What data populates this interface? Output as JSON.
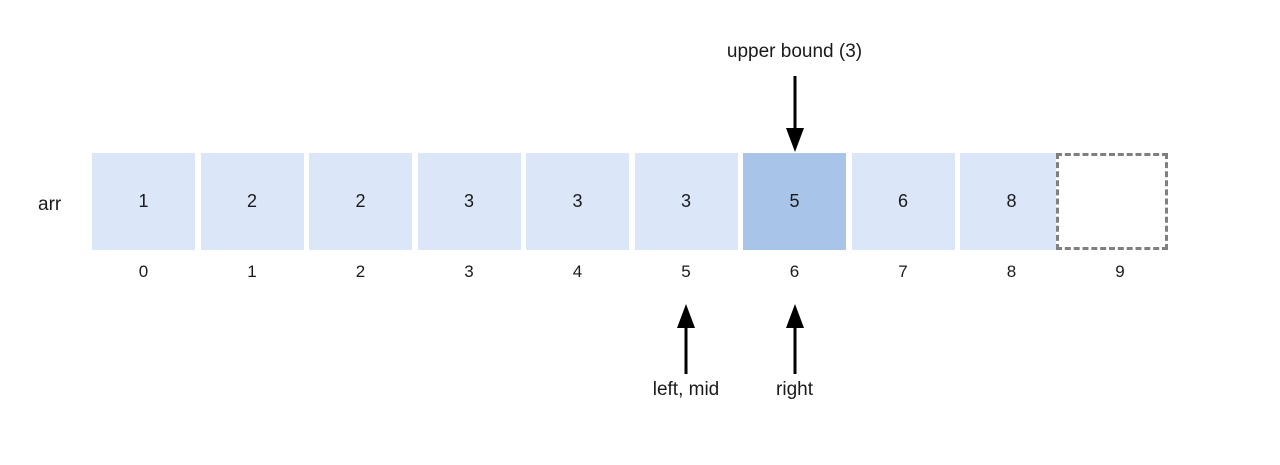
{
  "diagram": {
    "title_annotation": {
      "label": "upper bound (3)",
      "points_to_index": 6
    },
    "array": {
      "name_label": "arr",
      "values": [
        "1",
        "2",
        "2",
        "3",
        "3",
        "3",
        "5",
        "6",
        "8"
      ],
      "indices": [
        "0",
        "1",
        "2",
        "3",
        "4",
        "5",
        "6",
        "7",
        "8",
        "9"
      ],
      "highlight_index": 6,
      "ghost_cell_index": 9
    },
    "pointers": [
      {
        "label": "left, mid",
        "index": 5
      },
      {
        "label": "right",
        "index": 6
      }
    ],
    "colors": {
      "cell_fill": "#dbe6f8",
      "cell_highlight_fill": "#a8c4e8",
      "ghost_border": "#808080",
      "arrow": "#000000",
      "text": "#1a1a1a",
      "background": "#ffffff"
    }
  }
}
